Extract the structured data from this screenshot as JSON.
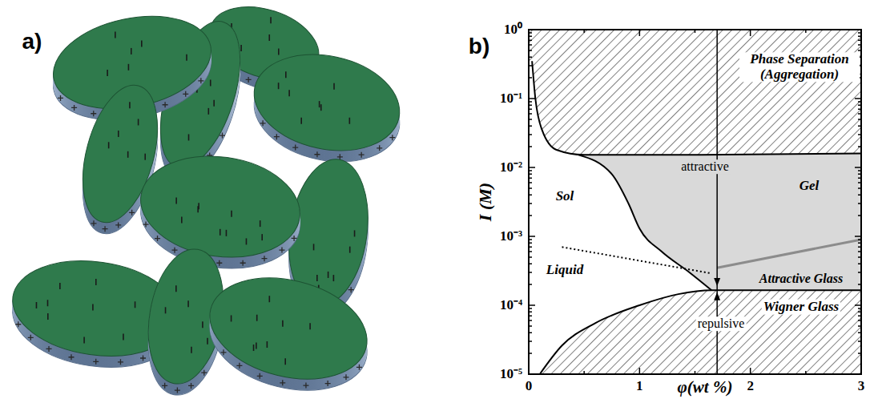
{
  "diagram": {
    "labels": [
      "a)",
      "b)",
      "10⁰",
      "10⁻¹",
      "10⁻²",
      "10⁻³",
      "10⁻⁴",
      "10⁻⁵",
      "0",
      "1",
      "2",
      "3",
      "I (M)",
      "φ(wt %)",
      "Phase Separation (Aggregation)",
      "attractive",
      "Gel",
      "Sol",
      "Liquid",
      "Attractive Glass",
      "Wigner Glass",
      "repulsive"
    ]
  }
}
